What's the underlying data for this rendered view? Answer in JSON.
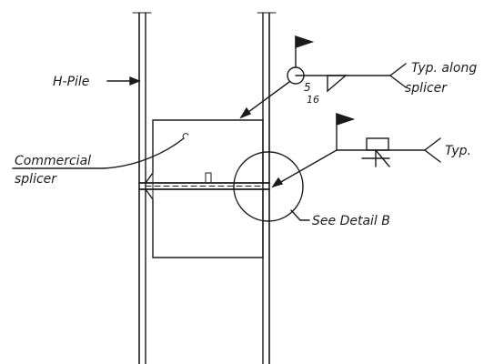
{
  "labels": {
    "h_pile": "H-Pile",
    "typ_along": "Typ. along",
    "splicer_line2": "splicer",
    "weld_size": "5",
    "weld_size_den": "16",
    "typ": "Typ.",
    "commercial_line1": "Commercial",
    "commercial_line2": "splicer",
    "see_detail": "See Detail B"
  }
}
